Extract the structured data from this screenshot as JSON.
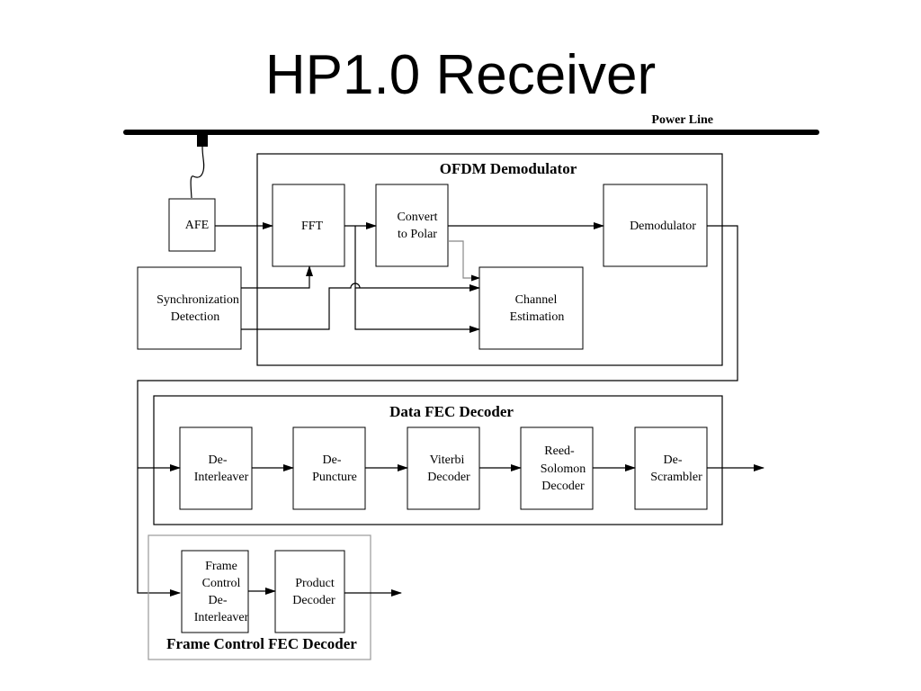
{
  "title": "HP1.0 Receiver",
  "power_line": {
    "label": "Power Line"
  },
  "afe": {
    "label": "AFE"
  },
  "sync": {
    "line1": "Synchronization",
    "line2": "Detection"
  },
  "ofdm": {
    "heading": "OFDM Demodulator",
    "fft": "FFT",
    "convert": {
      "line1": "Convert",
      "line2": "to Polar"
    },
    "demodulator": "Demodulator",
    "channel": {
      "line1": "Channel",
      "line2": "Estimation"
    }
  },
  "data_fec": {
    "heading": "Data FEC Decoder",
    "deinterleaver": {
      "line1": "De-",
      "line2": "Interleaver"
    },
    "depuncture": {
      "line1": "De-",
      "line2": "Puncture"
    },
    "viterbi": {
      "line1": "Viterbi",
      "line2": "Decoder"
    },
    "reed_solomon": {
      "line1": "Reed-",
      "line2": "Solomon",
      "line3": "Decoder"
    },
    "descrambler": {
      "line1": "De-",
      "line2": "Scrambler"
    }
  },
  "frame_fec": {
    "heading": "Frame Control FEC Decoder",
    "fc_deinterleaver": {
      "line1": "Frame",
      "line2": "Control",
      "line3": "De-",
      "line4": "Interleaver"
    },
    "product": {
      "line1": "Product",
      "line2": "Decoder"
    }
  }
}
